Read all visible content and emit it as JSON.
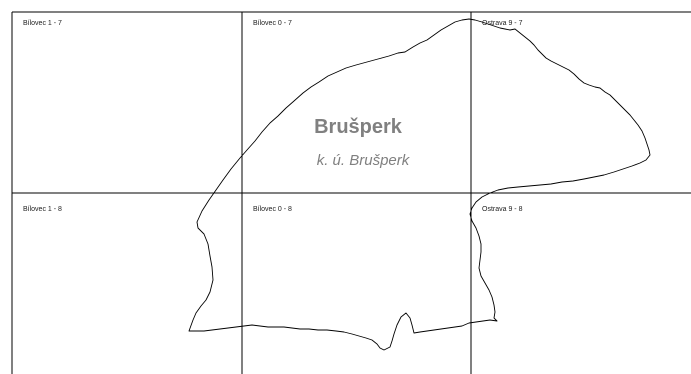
{
  "map": {
    "title": "Brušperk",
    "subtitle": "k. ú. Brušperk",
    "sheets": [
      {
        "label": "Bílovec 1 - 7"
      },
      {
        "label": "Bílovec 0 - 7"
      },
      {
        "label": "Ostrava 9 - 7"
      },
      {
        "label": "Bílovec 1 - 8"
      },
      {
        "label": "Bílovec 0 - 8"
      },
      {
        "label": "Ostrava 9 - 8"
      }
    ]
  },
  "colors": {
    "grid_lines": "#000000",
    "boundary": "#000000",
    "title_text": "#808080",
    "sheet_label_text": "#222222",
    "background": "#ffffff"
  }
}
